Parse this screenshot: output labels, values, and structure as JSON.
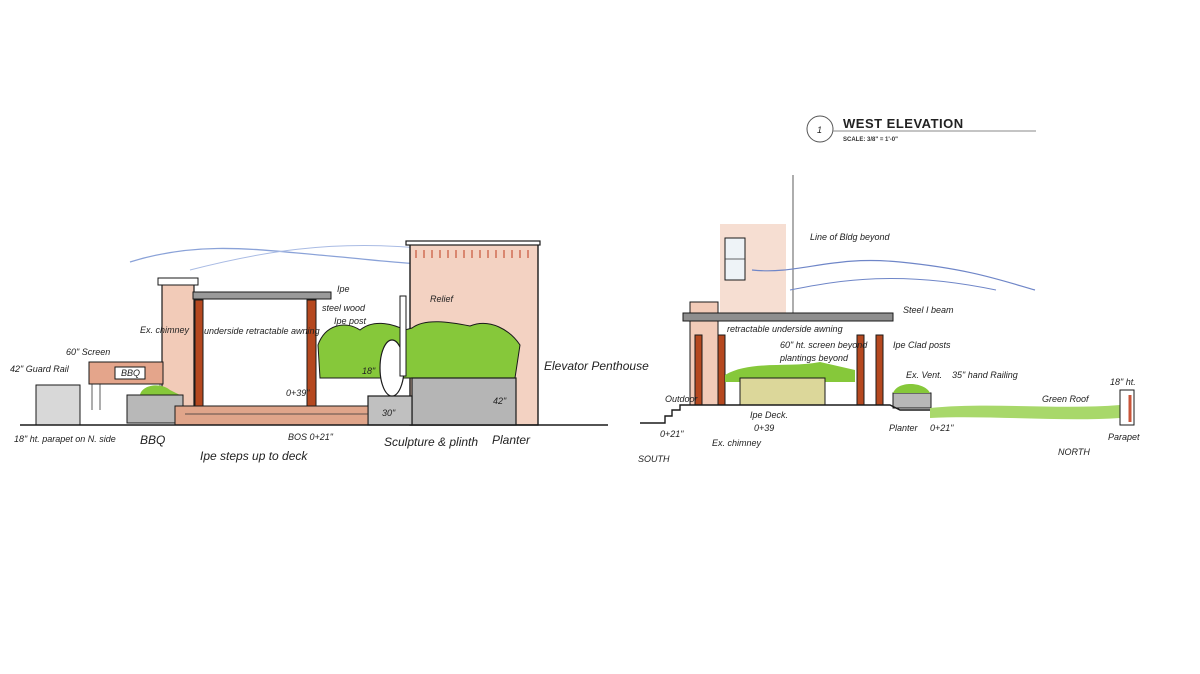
{
  "title_block": {
    "number": "1",
    "title": "WEST ELEVATION",
    "scale": "SCALE: 3/8\" = 1'-0\""
  },
  "left_elevation": {
    "labels": {
      "guard_rail": "42\" Guard Rail",
      "screen": "60\" Screen",
      "bbq_sign": "BBQ",
      "parapet": "18\" ht. parapet on N. side",
      "bbq": "BBQ",
      "chimney": "Ex. chimney",
      "awning": "underside retractable awning",
      "ipe": "Ipe",
      "steel_wood": "steel wood",
      "ipe_post": "Ipe post",
      "dim_39": "0+39\"",
      "dim_18": "18\"",
      "dim_30": "30\"",
      "bos": "BOS 0+21\"",
      "steps": "Ipe steps up to deck",
      "relief": "Relief",
      "sculpture": "Sculpture & plinth",
      "planter": "Planter",
      "dim_42": "42\"",
      "penthouse": "Elevator Penthouse"
    }
  },
  "right_elevation": {
    "labels": {
      "line_of_bldg": "Line of Bldg beyond",
      "steel_beam": "Steel I beam",
      "awning": "retractable underside awning",
      "screen": "60\" ht. screen beyond",
      "plantings": "plantings beyond",
      "posts": "Ipe Clad posts",
      "vent": "Ex. Vent.",
      "railing": "35\" hand Railing",
      "green_roof": "Green Roof",
      "ht18": "18\" ht.",
      "parapet": "Parapet",
      "outdoor": "Outdoor",
      "dim_21a": "0+21\"",
      "chimney": "Ex. chimney",
      "deck": "Ipe Deck.",
      "dim_39": "0+39",
      "planter": "Planter",
      "dim_21b": "0+21\"",
      "south": "SOUTH",
      "north": "NORTH"
    }
  },
  "colors": {
    "brick": "#c8553a",
    "green": "#7cc230",
    "wood": "#b5481f",
    "sky": "#6f86c8",
    "grey": "#a9a9a9"
  }
}
